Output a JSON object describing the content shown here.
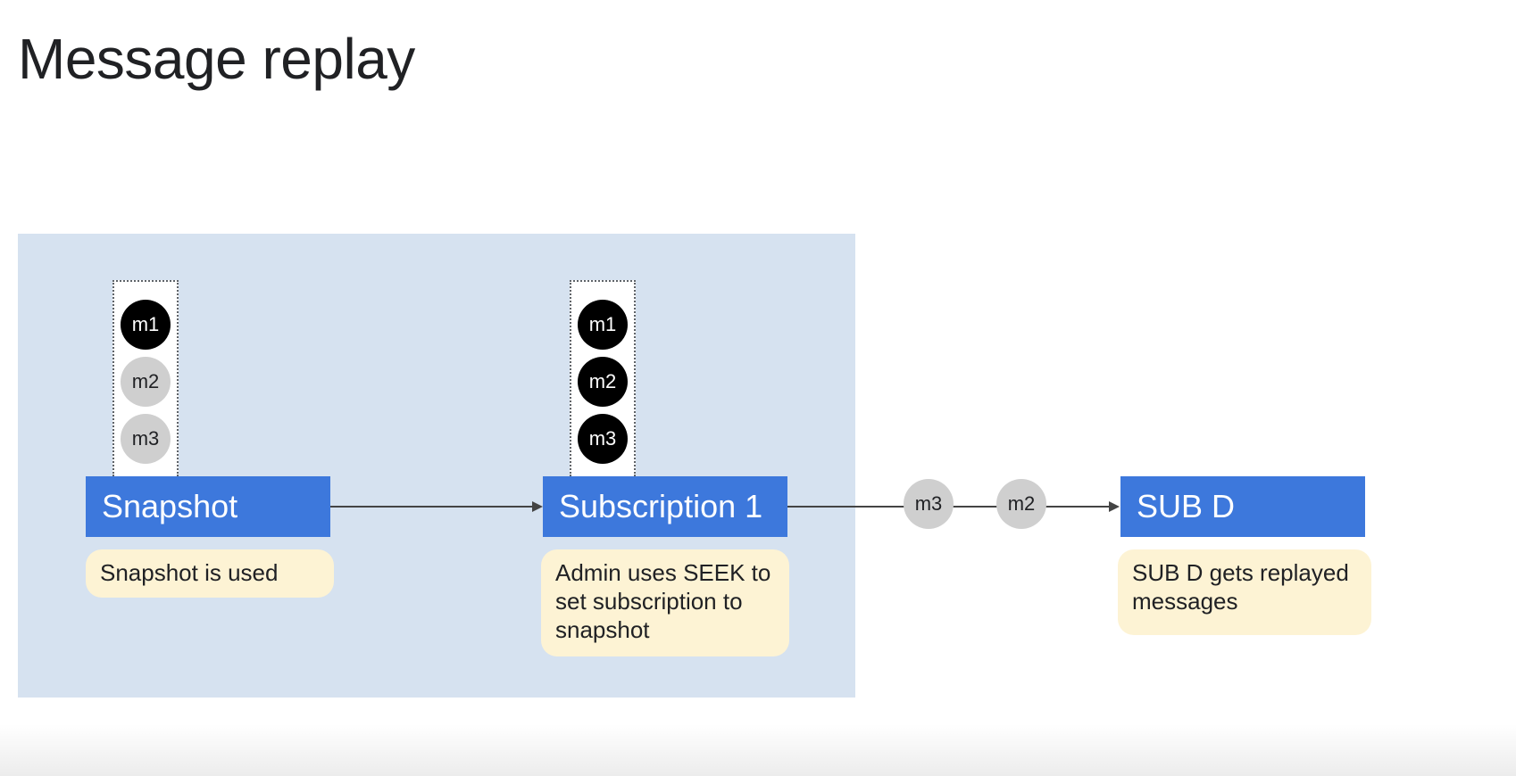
{
  "title": "Message replay",
  "colors": {
    "panel": "#d6e2f0",
    "node": "#3d78dc",
    "note": "#fdf3d4",
    "message_acked": "#000000",
    "message_unacked": "#cfcfcf"
  },
  "snapshot": {
    "label": "Snapshot",
    "note": "Snapshot is used",
    "queue": [
      {
        "label": "m1",
        "state": "black"
      },
      {
        "label": "m2",
        "state": "grey"
      },
      {
        "label": "m3",
        "state": "grey"
      }
    ]
  },
  "subscription": {
    "label": "Subscription 1",
    "note": "Admin uses SEEK to set subscription to snapshot",
    "queue": [
      {
        "label": "m1",
        "state": "black"
      },
      {
        "label": "m2",
        "state": "black"
      },
      {
        "label": "m3",
        "state": "black"
      }
    ]
  },
  "in_flight": [
    {
      "label": "m3",
      "state": "grey"
    },
    {
      "label": "m2",
      "state": "grey"
    }
  ],
  "subd": {
    "label": "SUB D",
    "note": "SUB D gets replayed messages"
  }
}
